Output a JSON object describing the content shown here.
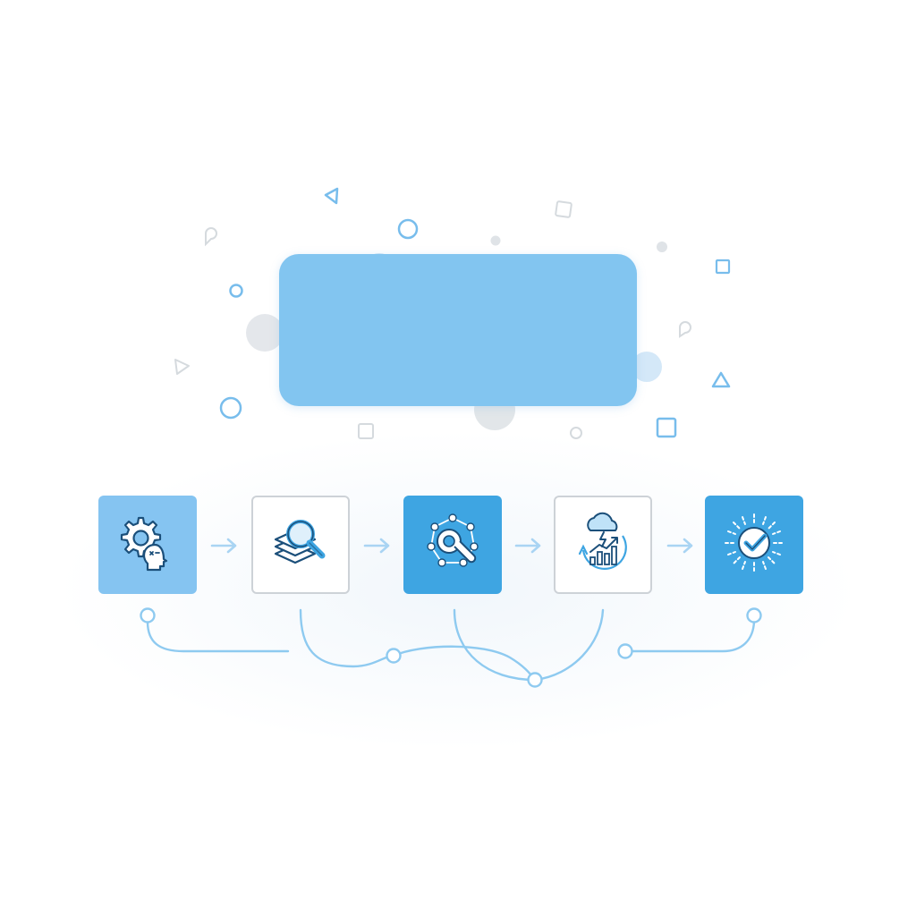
{
  "hero": {
    "text": ""
  },
  "steps": [
    {
      "name": "gear-head-icon",
      "style": "light",
      "label": ""
    },
    {
      "name": "layers-search-icon",
      "style": "outline",
      "label": ""
    },
    {
      "name": "network-wrench-icon",
      "style": "dark",
      "label": ""
    },
    {
      "name": "cloud-chart-icon",
      "style": "outline",
      "label": ""
    },
    {
      "name": "check-badge-icon",
      "style": "dark",
      "label": ""
    }
  ],
  "colors": {
    "accent": "#3ea5e2",
    "accent_light": "#85c4f1",
    "icon_stroke": "#1b4f7a",
    "connector": "#8ecaf0",
    "tile_border": "#cdd2d7",
    "confetti_grey": "#dde2e6"
  }
}
